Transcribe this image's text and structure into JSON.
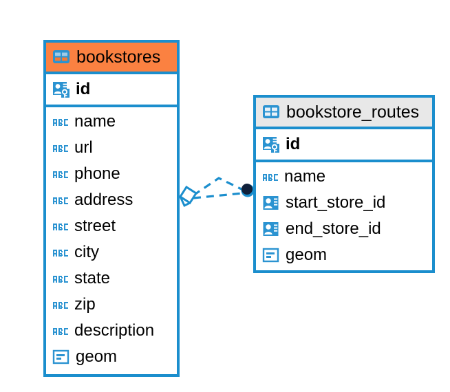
{
  "diagram": {
    "type": "entity-relationship-diagram",
    "background": "#ffffff",
    "colors": {
      "border": "#1b8ecd",
      "accent_header": "#fb8141",
      "plain_header": "#e8e8e8",
      "icon_blue": "#2b93d1",
      "endpoint_dark": "#10203a",
      "text": "#000000"
    }
  },
  "entities": [
    {
      "name": "bookstores",
      "header_icon": "table-icon",
      "header_style": "accent",
      "primary_key": {
        "label": "id",
        "icon": "primary-key-icon"
      },
      "fields": [
        {
          "label": "name",
          "icon": "abc-text-icon"
        },
        {
          "label": "url",
          "icon": "abc-text-icon"
        },
        {
          "label": "phone",
          "icon": "abc-text-icon"
        },
        {
          "label": "address",
          "icon": "abc-text-icon"
        },
        {
          "label": "street",
          "icon": "abc-text-icon"
        },
        {
          "label": "city",
          "icon": "abc-text-icon"
        },
        {
          "label": "state",
          "icon": "abc-text-icon"
        },
        {
          "label": "zip",
          "icon": "abc-text-icon"
        },
        {
          "label": "description",
          "icon": "abc-text-icon"
        },
        {
          "label": "geom",
          "icon": "geometry-icon"
        }
      ]
    },
    {
      "name": "bookstore_routes",
      "header_icon": "table-icon",
      "header_style": "plain",
      "primary_key": {
        "label": "id",
        "icon": "primary-key-icon"
      },
      "fields": [
        {
          "label": "name",
          "icon": "abc-text-icon"
        },
        {
          "label": "start_store_id",
          "icon": "foreign-key-icon"
        },
        {
          "label": "end_store_id",
          "icon": "foreign-key-icon"
        },
        {
          "label": "geom",
          "icon": "geometry-icon"
        }
      ]
    }
  ],
  "relationship": {
    "from_entity": "bookstores",
    "to_entity": "bookstore_routes",
    "from_marker": "diamond-marker",
    "to_marker": "filled-circle-marker",
    "line_style": "dashed"
  }
}
